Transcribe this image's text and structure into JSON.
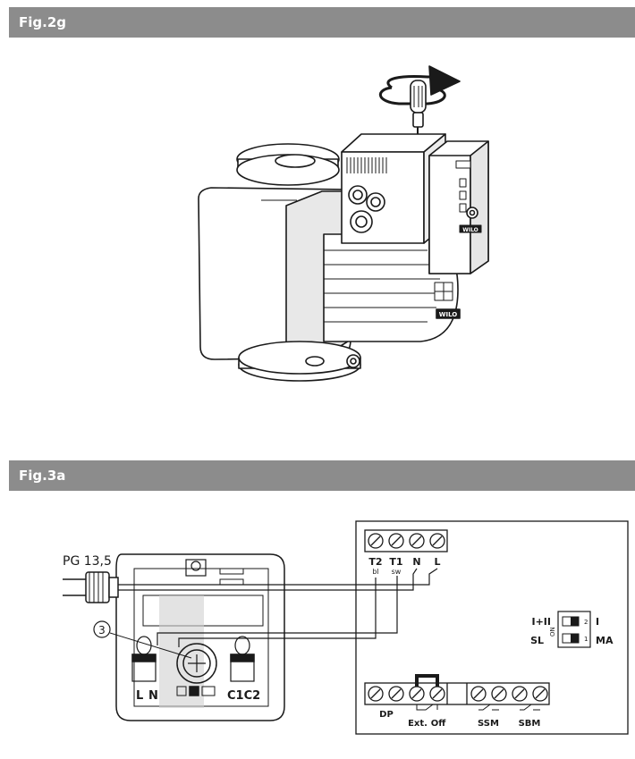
{
  "figures": [
    {
      "label": "Fig.2g"
    },
    {
      "label": "Fig.3a"
    }
  ],
  "fig2g": {
    "module_brand": "WILO",
    "pump_brand": "WILO"
  },
  "fig3a": {
    "gland_label": "PG 13,5",
    "callout": "3",
    "motor_terminals": [
      "L",
      "N"
    ],
    "motor_terminals_right": "C1C2",
    "top_block": [
      {
        "name": "T2",
        "color": "bl"
      },
      {
        "name": "T1",
        "color": "sw"
      },
      {
        "name": "N",
        "color": ""
      },
      {
        "name": "L",
        "color": ""
      }
    ],
    "dip": {
      "left_top": "I+II",
      "left_bottom": "SL",
      "right_top": "I",
      "right_bottom": "MA",
      "on": "ON",
      "pos1": "1",
      "pos2": "2"
    },
    "bottom_block": {
      "dp": "DP",
      "ext": "Ext.",
      "off": "Off",
      "ssm": "SSM",
      "sbm": "SBM"
    }
  }
}
